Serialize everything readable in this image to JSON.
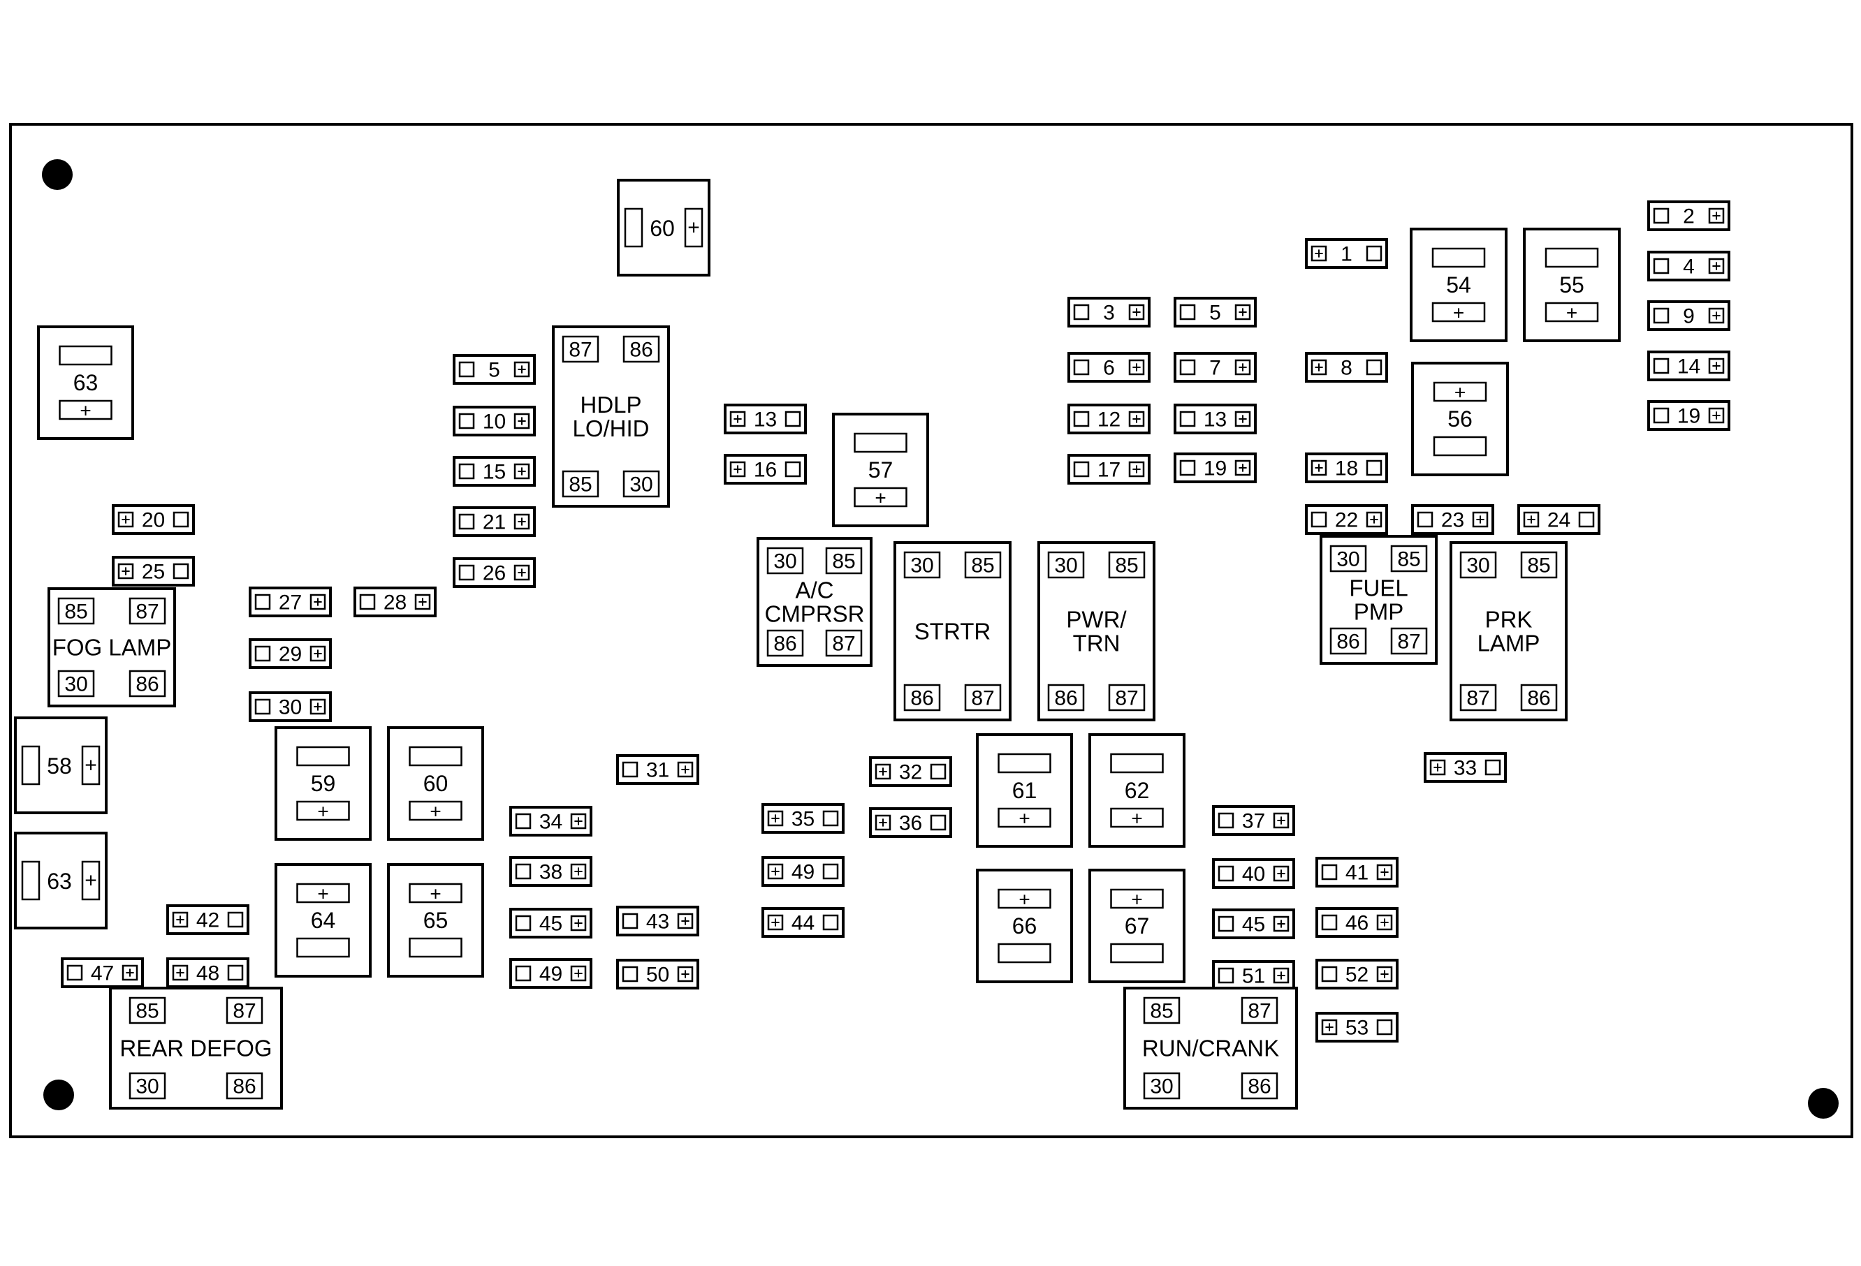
{
  "fuses": [
    {
      "label": "1",
      "pattern": "PO"
    },
    {
      "label": "2",
      "pattern": "OP"
    },
    {
      "label": "3",
      "pattern": "OP"
    },
    {
      "label": "4",
      "pattern": "OP"
    },
    {
      "label": "5",
      "pattern": "OP"
    },
    {
      "label": "5",
      "pattern": "OP"
    },
    {
      "label": "6",
      "pattern": "OP"
    },
    {
      "label": "7",
      "pattern": "OP"
    },
    {
      "label": "8",
      "pattern": "PO"
    },
    {
      "label": "9",
      "pattern": "OP"
    },
    {
      "label": "10",
      "pattern": "OP"
    },
    {
      "label": "12",
      "pattern": "OP"
    },
    {
      "label": "13",
      "pattern": "PO"
    },
    {
      "label": "13",
      "pattern": "OP"
    },
    {
      "label": "14",
      "pattern": "OP"
    },
    {
      "label": "15",
      "pattern": "OP"
    },
    {
      "label": "16",
      "pattern": "PO"
    },
    {
      "label": "17",
      "pattern": "OP"
    },
    {
      "label": "18",
      "pattern": "PO"
    },
    {
      "label": "19",
      "pattern": "OP"
    },
    {
      "label": "19",
      "pattern": "OP"
    },
    {
      "label": "20",
      "pattern": "PO"
    },
    {
      "label": "21",
      "pattern": "OP"
    },
    {
      "label": "22",
      "pattern": "OP"
    },
    {
      "label": "23",
      "pattern": "OP"
    },
    {
      "label": "24",
      "pattern": "PO"
    },
    {
      "label": "25",
      "pattern": "PO"
    },
    {
      "label": "26",
      "pattern": "OP"
    },
    {
      "label": "27",
      "pattern": "OP"
    },
    {
      "label": "28",
      "pattern": "OP"
    },
    {
      "label": "29",
      "pattern": "OP"
    },
    {
      "label": "30",
      "pattern": "OP"
    },
    {
      "label": "31",
      "pattern": "OP"
    },
    {
      "label": "32",
      "pattern": "PO"
    },
    {
      "label": "33",
      "pattern": "PO"
    },
    {
      "label": "34",
      "pattern": "OP"
    },
    {
      "label": "35",
      "pattern": "PO"
    },
    {
      "label": "36",
      "pattern": "PO"
    },
    {
      "label": "37",
      "pattern": "OP"
    },
    {
      "label": "38",
      "pattern": "OP"
    },
    {
      "label": "40",
      "pattern": "OP"
    },
    {
      "label": "41",
      "pattern": "OP"
    },
    {
      "label": "42",
      "pattern": "PO"
    },
    {
      "label": "43",
      "pattern": "OP"
    },
    {
      "label": "44",
      "pattern": "PO"
    },
    {
      "label": "45",
      "pattern": "OP"
    },
    {
      "label": "45",
      "pattern": "OP"
    },
    {
      "label": "46",
      "pattern": "OP"
    },
    {
      "label": "47",
      "pattern": "OP"
    },
    {
      "label": "48",
      "pattern": "PO"
    },
    {
      "label": "49",
      "pattern": "PO"
    },
    {
      "label": "49",
      "pattern": "OP"
    },
    {
      "label": "50",
      "pattern": "OP"
    },
    {
      "label": "51",
      "pattern": "OP"
    },
    {
      "label": "52",
      "pattern": "OP"
    },
    {
      "label": "53",
      "pattern": "PO"
    }
  ],
  "maxi_fuses": [
    {
      "label": "54",
      "plus": "bottom"
    },
    {
      "label": "55",
      "plus": "bottom"
    },
    {
      "label": "56",
      "plus": "top"
    },
    {
      "label": "57",
      "plus": "bottom"
    },
    {
      "label": "59",
      "plus": "bottom"
    },
    {
      "label": "60",
      "plus": "bottom"
    },
    {
      "label": "61",
      "plus": "bottom"
    },
    {
      "label": "62",
      "plus": "bottom"
    },
    {
      "label": "63",
      "plus": "bottom"
    },
    {
      "label": "64",
      "plus": "top"
    },
    {
      "label": "65",
      "plus": "top"
    },
    {
      "label": "66",
      "plus": "top"
    },
    {
      "label": "67",
      "plus": "top"
    },
    {
      "label": "58",
      "plus": "right"
    },
    {
      "label": "60",
      "plus": "right"
    },
    {
      "label": "63",
      "plus": "right"
    }
  ],
  "relays": [
    {
      "lines": [
        "HDLP",
        "LO/HID"
      ],
      "pins": [
        "87",
        "86",
        "85",
        "30"
      ]
    },
    {
      "lines": [
        "A/C",
        "CMPRSR"
      ],
      "pins": [
        "30",
        "85",
        "86",
        "87"
      ]
    },
    {
      "lines": [
        "STRTR"
      ],
      "pins": [
        "30",
        "85",
        "86",
        "87"
      ]
    },
    {
      "lines": [
        "PWR/",
        "TRN"
      ],
      "pins": [
        "30",
        "85",
        "86",
        "87"
      ]
    },
    {
      "lines": [
        "FUEL",
        "PMP"
      ],
      "pins": [
        "30",
        "85",
        "86",
        "87"
      ]
    },
    {
      "lines": [
        "PRK",
        "LAMP"
      ],
      "pins": [
        "30",
        "85",
        "87",
        "86"
      ]
    },
    {
      "lines": [
        "FOG LAMP"
      ],
      "pins": [
        "85",
        "87",
        "30",
        "86"
      ]
    },
    {
      "lines": [
        "REAR DEFOG"
      ],
      "pins": [
        "85",
        "87",
        "30",
        "86"
      ]
    },
    {
      "lines": [
        "RUN/CRANK"
      ],
      "pins": [
        "85",
        "87",
        "30",
        "86"
      ]
    }
  ],
  "plus_symbol": "+"
}
